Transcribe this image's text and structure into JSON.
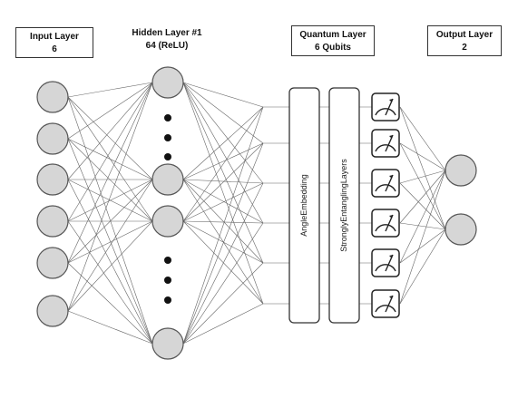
{
  "layers": {
    "input": {
      "title": "Input Layer",
      "count": "6"
    },
    "hidden": {
      "title": "Hidden Layer #1",
      "count": "64 (ReLU)"
    },
    "quantum": {
      "title": "Quantum Layer",
      "count": "6 Qubits"
    },
    "output": {
      "title": "Output Layer",
      "count": "2"
    }
  },
  "blocks": {
    "embedding": "AngleEmbedding",
    "entangling": "StronglyEntanglingLayers"
  },
  "neuron_counts": {
    "input": 6,
    "hidden_shown": 4,
    "qubits": 6,
    "output": 2
  },
  "icons": {
    "measurement": "measurement-meter-icon",
    "ellipsis": "ellipsis-dots-icon"
  },
  "colors": {
    "neuron_fill": "#d6d6d6",
    "stroke": "#555555",
    "edge": "#666666"
  }
}
